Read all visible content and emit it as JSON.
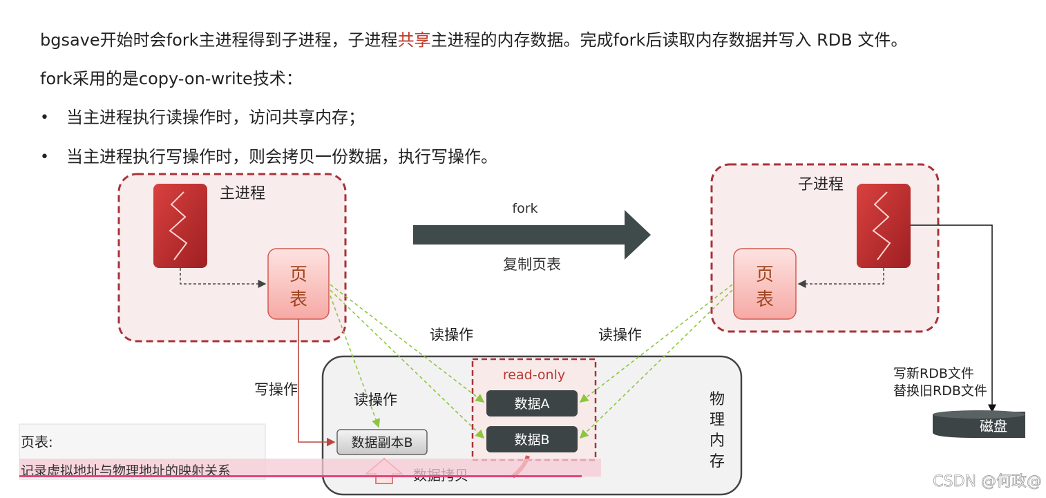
{
  "text": {
    "line1_a": "bgsave开始时会fork主进程得到子进程，子进程",
    "line1_hl": "共享",
    "line1_b": "主进程的内存数据。完成fork后读取内存数据并写入 RDB 文件。",
    "line2": "fork采用的是copy-on-write技术：",
    "bullet_dot": "•",
    "bullet1": "当主进程执行读操作时，访问共享内存；",
    "bullet2": "当主进程执行写操作时，则会拷贝一份数据，执行写操作。"
  },
  "diagram": {
    "main_process": "主进程",
    "child_process": "子进程",
    "page_table_1": "页",
    "page_table_2": "表",
    "fork_label": "fork",
    "copy_page_table": "复制页表",
    "read_op_left": "读操作",
    "read_op_right": "读操作",
    "read_op_inner": "读操作",
    "write_op": "写操作",
    "read_only": "read-only",
    "data_a": "数据A",
    "data_b": "数据B",
    "data_copy_b": "数据副本B",
    "physical_memory": [
      "物",
      "理",
      "内",
      "存"
    ],
    "write_rdb_1": "写新RDB文件",
    "write_rdb_2": "替换旧RDB文件",
    "disk": "磁盘",
    "data_copy_caption": "数据拷贝"
  },
  "note": {
    "title": "页表:",
    "desc": "记录虚拟地址与物理地址的映射关系"
  },
  "watermark": "CSDN @何政@",
  "colors": {
    "accent_red": "#c0392b",
    "dashed_red": "#a8323a",
    "arrow_dark": "#3f4b4b",
    "green_dash": "#8cc63f",
    "data_box": "#3d4445"
  }
}
